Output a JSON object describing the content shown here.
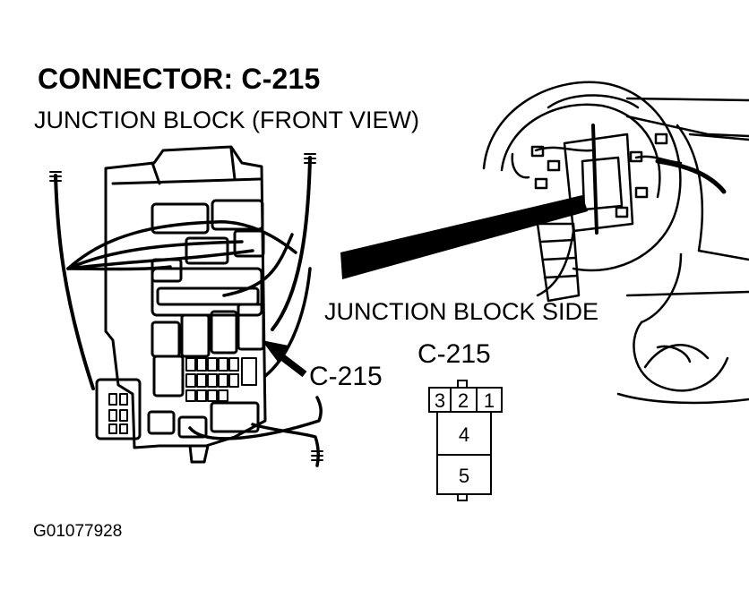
{
  "diagram": {
    "title": "CONNECTOR: C-215",
    "subtitle": "JUNCTION BLOCK (FRONT VIEW)",
    "junction_block_side_label": "JUNCTION BLOCK SIDE",
    "connector_label_left": "C-215",
    "connector_label_right": "C-215",
    "figure_id": "G01077928",
    "connector_pins": [
      "3",
      "2",
      "1",
      "4",
      "5"
    ]
  }
}
